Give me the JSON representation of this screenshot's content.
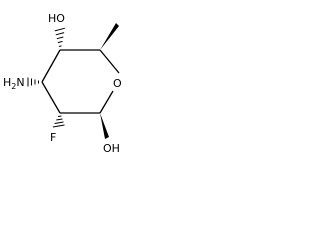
{
  "molecule": {
    "labels": {
      "hydroxyl_top": "HO",
      "amine": "H2N",
      "ring_oxygen": "O",
      "fluorine": "F",
      "hydroxyl_bottom": "OH"
    }
  },
  "colors": {
    "bond": "#000000",
    "background": "#ffffff"
  }
}
